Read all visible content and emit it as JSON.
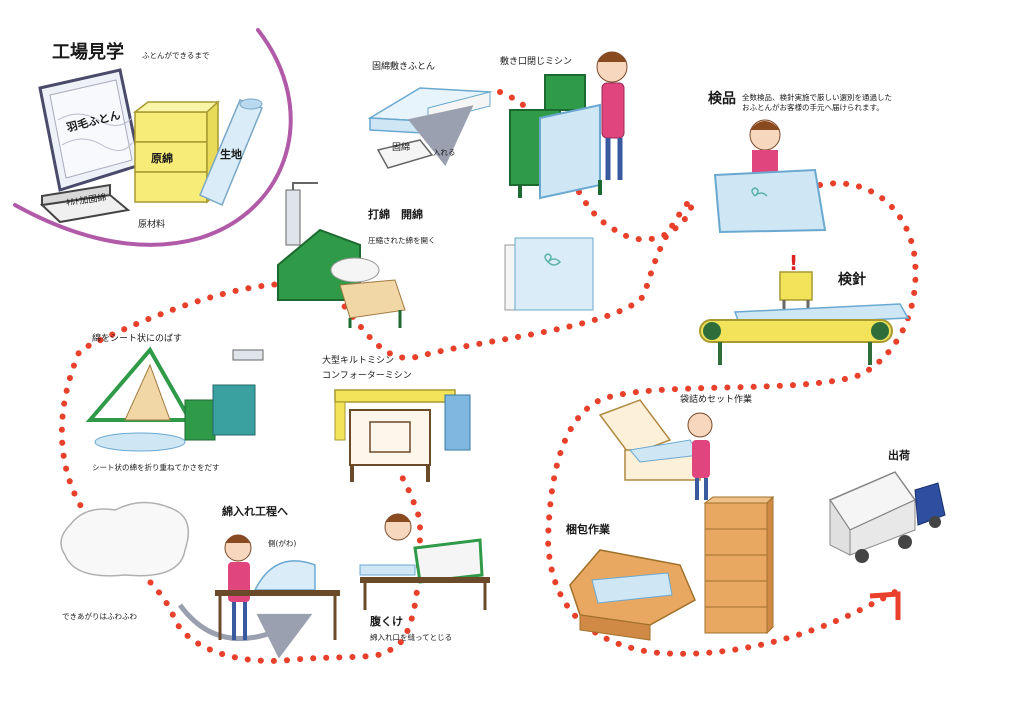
{
  "header": {
    "title": "工場見学",
    "subtitle": "ふとんができるまで"
  },
  "materials": {
    "down_futon": "羽毛ふとん",
    "raw_cotton": "原綿",
    "fabric": "生地",
    "quilted_cotton": "ｷﾙﾄ加固綿",
    "caption": "原材料"
  },
  "steps": {
    "batting": {
      "title": "打綿　開綿",
      "caption": "圧縮された綿を開く"
    },
    "sheet": {
      "title": "綿をシート状にのばす",
      "caption": "シート状の綿を折り重ねてかさをだす"
    },
    "filling": {
      "title": "綿入れ工程へ",
      "side_label": "側(がわ)",
      "caption": "できあがりはふわふわ"
    },
    "quilting": {
      "title_line1": "大型キルトミシン",
      "title_line2": "コンフォーターミシン"
    },
    "stitching": {
      "title": "腹くけ",
      "caption": "綿入れ口を縫ってとじる"
    },
    "firm_futon": {
      "title": "固綿敷きふとん",
      "cotton_label": "固綿",
      "insert_label": "入れる"
    },
    "closing": {
      "title": "敷き口閉じミシン"
    },
    "inspection": {
      "title": "検品",
      "caption_line1": "全数検品、検針実施で厳しい選別を通過した",
      "caption_line2": "おふとんがお客様の手元へ届けられます。"
    },
    "needle_check": {
      "title": "検針"
    },
    "bagging": {
      "title": "袋詰めセット作業"
    },
    "packing": {
      "title": "梱包作業"
    },
    "shipping": {
      "title": "出荷"
    }
  },
  "colors": {
    "path_dots": "#e8402a",
    "boundary_arc": "#b15aa8",
    "machine_green": "#2f9a48",
    "machine_yellow": "#f2e35a",
    "cardboard": "#e8a862",
    "futon_blue": "#cfe6f5",
    "apron_pink": "#e0457e",
    "cotton_yellow": "#f7ec78"
  }
}
